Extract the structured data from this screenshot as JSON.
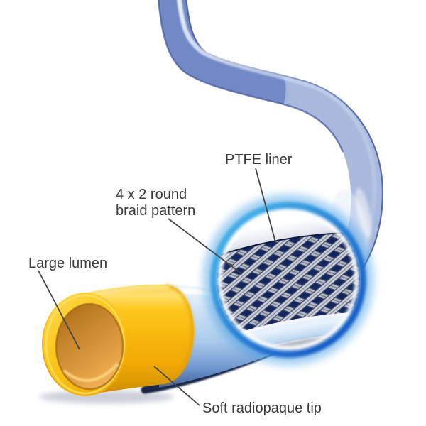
{
  "figure": {
    "description": "Braided catheter shaft cutaway diagram",
    "labels": {
      "ptfe_liner": "PTFE liner",
      "braid_line1": "4 x 2 round",
      "braid_line2": "braid pattern",
      "large_lumen": "Large lumen",
      "soft_tip": "Soft radiopaque tip"
    },
    "colors": {
      "tube_blue": "#7289c5",
      "tube_edge": "#44589b",
      "distal_light_blue": "#bcd6f0",
      "underside_shadow": "#0f1e3a",
      "tip_yellow": "#f7b70d",
      "lumen_amber": "#d6953a",
      "braid_navy": "#14265c",
      "braid_silver": "#c9cdd6",
      "inset_glow": "#2f8fe0",
      "label_text": "#3a3a3a",
      "leader_line": "#474747"
    }
  }
}
